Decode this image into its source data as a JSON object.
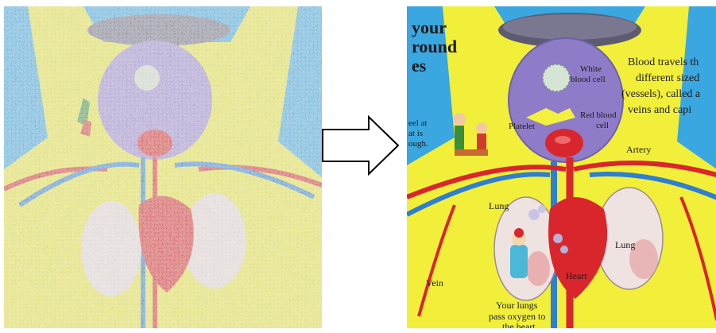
{
  "left": {
    "description_label": "noisy-input"
  },
  "right": {
    "heading_line1": "your",
    "heading_line2": "round",
    "heading_line3": "es",
    "caption_line1": "Blood travels th",
    "caption_line2": "different sized",
    "caption_line3": "(vessels), called a",
    "caption_line4": "veins and capi",
    "white_cell_line1": "White",
    "white_cell_line2": "blood cell",
    "red_cell_line1": "Red blood",
    "red_cell_line2": "cell",
    "platelet": "Platelet",
    "artery": "Artery",
    "lung_left": "Lung",
    "lung_right": "Lung",
    "heart": "Heart",
    "vein": "Vein",
    "side_line1": "eel at",
    "side_line2": "at is",
    "side_line3": "ough.",
    "bottom_line1": "Your lungs",
    "bottom_line2": "pass oxygen to",
    "bottom_line3": "the heart"
  },
  "colors": {
    "background_blue": "#3aa7e0",
    "body_yellow": "#f2ef3a",
    "artery_red": "#d9262c",
    "vein_blue": "#2f7fd0",
    "cell_purple": "#8e7cc9"
  }
}
